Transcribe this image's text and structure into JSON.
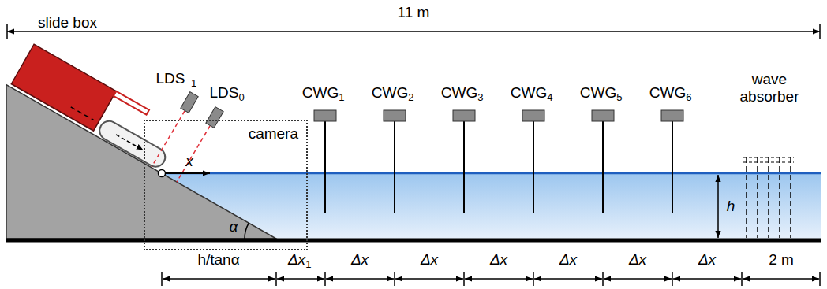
{
  "diagram": {
    "nodes": [
      {
        "text": [
          "slide box"
        ]
      },
      {
        "text": [
          "camera"
        ]
      }
    ],
    "labels": [
      "11 m",
      "LDS",
      "−1",
      "LDS",
      "0",
      "x",
      "CWG",
      "1",
      "CWG",
      "2",
      "CWG",
      "3",
      "CWG",
      "4",
      "CWG",
      "5",
      "CWG",
      "6",
      "wave absorber",
      "h",
      "α",
      "h/tanα",
      "Δx",
      "1",
      "Δx",
      "Δx",
      "Δx",
      "Δx",
      "Δx",
      "Δx",
      "2 m"
    ]
  }
}
